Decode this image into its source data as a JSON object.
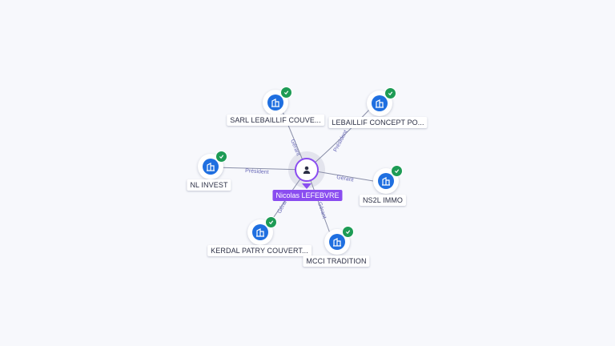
{
  "center": {
    "name": "Nicolas LEFEBVRE",
    "icon": "person-icon",
    "accent": "#8a4df0"
  },
  "companies": [
    {
      "id": "sarl",
      "name": "SARL LEBAILLIF COUVE...",
      "role": "Gérant",
      "verified": true
    },
    {
      "id": "concept",
      "name": "LEBAILLIF CONCEPT PO...",
      "role": "Président",
      "verified": true
    },
    {
      "id": "nlinvest",
      "name": "NL INVEST",
      "role": "Président",
      "verified": true
    },
    {
      "id": "ns2l",
      "name": "NS2L IMMO",
      "role": "Gérant",
      "verified": true
    },
    {
      "id": "kerdal",
      "name": "KERDAL PATRY COUVERT...",
      "role": "Gérant",
      "verified": true
    },
    {
      "id": "mcci",
      "name": "MCCI TRADITION",
      "role": "Gérant",
      "verified": true
    }
  ],
  "colors": {
    "company": "#1f6fe0",
    "verified": "#1d9b55",
    "edge": "#7a7f9a"
  }
}
